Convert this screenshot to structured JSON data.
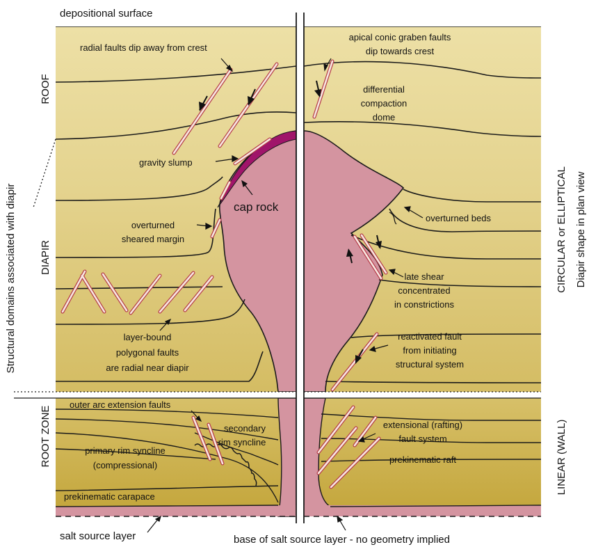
{
  "labels": {
    "top_left": "depositional surface",
    "bottom_left": "salt source layer",
    "bottom_right": "base of salt source layer - no geometry implied",
    "left_axis": "Structural domains associated with diapir",
    "right_axis_1": "CIRCULAR  or ELLIPTICAL",
    "right_axis_2": "Diapir shape in plan view",
    "zone_roof": "ROOF",
    "zone_diapir": "DIAPIR",
    "zone_root": "ROOT ZONE",
    "zone_linear": "LINEAR (WALL)",
    "radial_faults": "radial faults dip away from crest",
    "apical_1": "apical conic graben faults",
    "apical_2": "dip towards crest",
    "diff_1": "differential",
    "diff_2": "compaction",
    "diff_3": "dome",
    "gravity_slump": "gravity slump",
    "cap_rock": "cap rock",
    "overturned_beds": "overturned beds",
    "ov_margin_1": "overturned",
    "ov_margin_2": "sheared margin",
    "late_1": "late shear",
    "late_2": "concentrated",
    "late_3": "in constrictions",
    "layer_1": "layer-bound",
    "layer_2": "polygonal faults",
    "layer_3": "are radial near diapir",
    "react_1": "reactivated fault",
    "react_2": "from initiating",
    "react_3": "structural system",
    "outer_arc": "outer arc extension faults",
    "secondary_1": "secondary",
    "secondary_2": "rim syncline",
    "primary_1": "primary rim syncline",
    "primary_2": "(compressional)",
    "ext_1": "extensional (rafting)",
    "ext_2": "fault system",
    "prekin_raft": "prekinematic raft",
    "prekin_carapace": "prekinematic carapace"
  },
  "colors": {
    "roof_fill": "#ede0a6",
    "mid_fill": "#ddc878",
    "root_fill": "#c9ad3e",
    "salt_fill": "#d494a0",
    "cap_rock": "#a0156a",
    "fault_fill": "#f7e8e2",
    "fault_edge": "#b53a47"
  }
}
